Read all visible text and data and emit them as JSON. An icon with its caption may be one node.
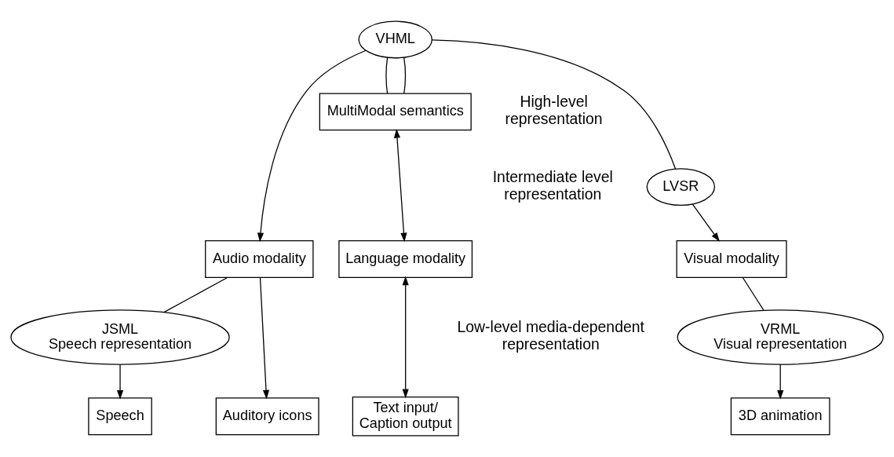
{
  "diagram": {
    "nodes": [
      {
        "text": [
          "MultiModal semantics"
        ]
      },
      {
        "text": [
          "VHML"
        ]
      },
      {
        "text": [
          "LVSR"
        ]
      },
      {
        "text": [
          "Visual modality"
        ]
      },
      {
        "text": [
          "Language modality"
        ]
      },
      {
        "text": [
          "Audio modality"
        ]
      },
      {
        "text": [
          "VRML Visual representation"
        ]
      },
      {
        "text": [
          "JSML Speech representation"
        ]
      },
      {
        "text": [
          "3D animation"
        ]
      },
      {
        "text": [
          "Text input/ Caption output"
        ]
      },
      {
        "text": [
          "Speech"
        ]
      },
      {
        "text": [
          "Auditory icons"
        ]
      }
    ],
    "edges": [
      {
        "from": 1,
        "to": 0,
        "arrow": "none"
      },
      {
        "from": 1,
        "to": 0,
        "arrow": "none"
      },
      {
        "from": 1,
        "to": 2,
        "arrow": "none"
      },
      {
        "from": 2,
        "to": 3,
        "arrow": "to"
      },
      {
        "from": 0,
        "to": 4,
        "arrow": "both"
      },
      {
        "from": 1,
        "to": 5,
        "arrow": "to"
      },
      {
        "from": 3,
        "to": 6,
        "arrow": "none"
      },
      {
        "from": 6,
        "to": 8,
        "arrow": "to"
      },
      {
        "from": 4,
        "to": 9,
        "arrow": "both"
      },
      {
        "from": 5,
        "to": 7,
        "arrow": "none"
      },
      {
        "from": 7,
        "to": 10,
        "arrow": "to"
      },
      {
        "from": 5,
        "to": 11,
        "arrow": "to"
      }
    ],
    "labels": [
      "High-level representation",
      "Intermediate level representation",
      "Low-level media-dependent representation"
    ]
  }
}
